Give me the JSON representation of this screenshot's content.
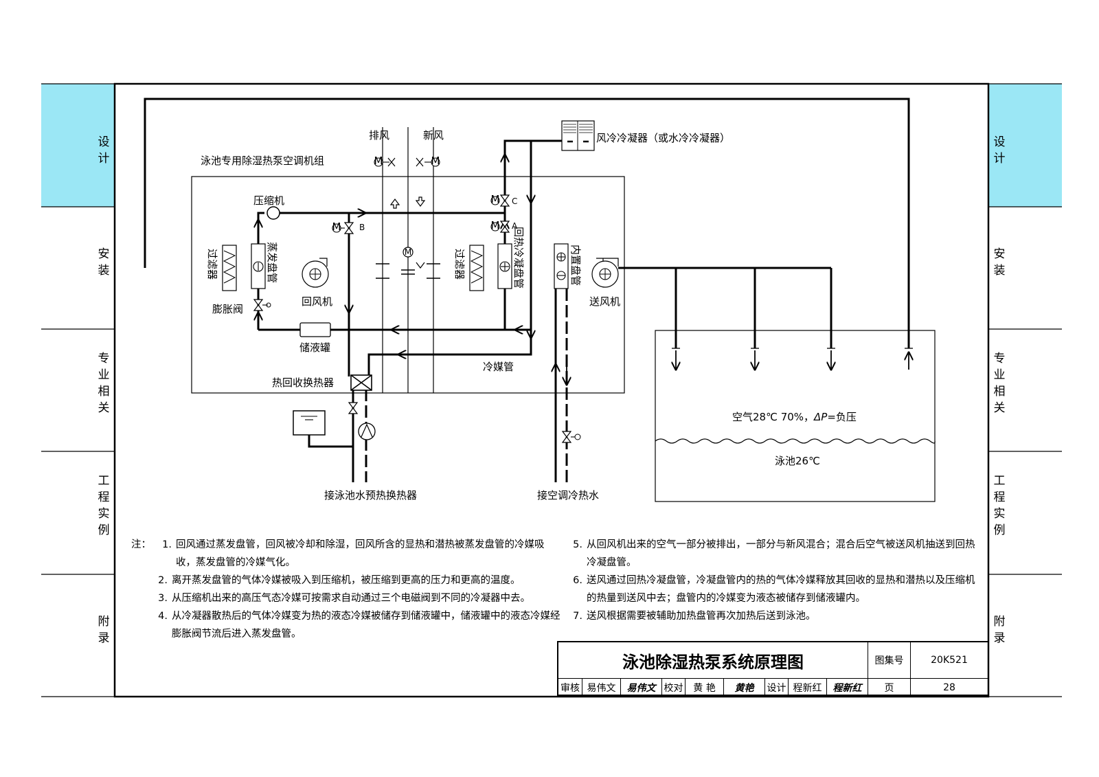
{
  "side_tabs": [
    {
      "label": "设计"
    },
    {
      "label": "安装"
    },
    {
      "label": "专业相关"
    },
    {
      "label": "工程实例"
    },
    {
      "label": "附录"
    }
  ],
  "colors": {
    "active_tab": "#9be7f5",
    "line": "#000000"
  },
  "diagram": {
    "unit_title": "泳池专用除湿热泵空调机组",
    "exhaust_air": "排风",
    "fresh_air": "新风",
    "condenser": "风冷冷凝器（或水冷冷凝器）",
    "compressor": "压缩机",
    "filter_left": "过滤器",
    "evaporator": "蒸发盘管",
    "return_fan": "回风机",
    "expansion_valve": "膨胀阀",
    "receiver": "储液罐",
    "heat_recovery_exchanger": "热回收换热器",
    "refrigerant_pipe": "冷媒管",
    "filter_right": "过滤器",
    "reheat_condenser": "回热冷凝盘管",
    "builtin_coil": "内置盘管",
    "supply_fan": "送风机",
    "valve_a": "A",
    "valve_b": "B",
    "valve_c": "C",
    "pool_water": "接泳池水预热换热器",
    "ac_hot_water": "接空调冷热水",
    "air_condition_prefix": "空气28℃  70%，",
    "delta_p": "ΔP",
    "air_condition_suffix": "=负压",
    "pool_temp": "泳池26℃"
  },
  "notes": {
    "heading": "注：",
    "items": [
      {
        "num": "1.",
        "text": "回风通过蒸发盘管，回风被冷却和除湿，回风所含的显热和潜热被蒸发盘管的冷媒吸收，蒸发盘管的冷媒气化。"
      },
      {
        "num": "2.",
        "text": "离开蒸发盘管的气体冷媒被吸入到压缩机，被压缩到更高的压力和更高的温度。"
      },
      {
        "num": "3.",
        "text": "从压缩机出来的高压气态冷媒可按需求自动通过三个电磁阀到不同的冷凝器中去。"
      },
      {
        "num": "4.",
        "text": "从冷凝器散热后的气体冷媒变为热的液态冷媒被储存到储液罐中，储液罐中的液态冷媒经膨胀阀节流后进入蒸发盘管。"
      },
      {
        "num": "5.",
        "text": "从回风机出来的空气一部分被排出，一部分与新风混合；混合后空气被送风机抽送到回热冷凝盘管。"
      },
      {
        "num": "6.",
        "text": "送风通过回热冷凝盘管，冷凝盘管内的热的气体冷媒释放其回收的显热和潜热以及压缩机的热量到送风中去；盘管内的冷媒变为液态被储存到储液罐内。"
      },
      {
        "num": "7.",
        "text": "送风根据需要被辅助加热盘管再次加热后送到泳池。"
      }
    ]
  },
  "title_block": {
    "drawing_title": "泳池除湿热泵系统原理图",
    "atlas_label": "图集号",
    "atlas_no": "20K521",
    "review_label": "审核",
    "reviewer": "易伟文",
    "check_label": "校对",
    "checker": "黄 艳",
    "design_label": "设计",
    "designer": "程新红",
    "page_label": "页",
    "page_no": "28"
  }
}
